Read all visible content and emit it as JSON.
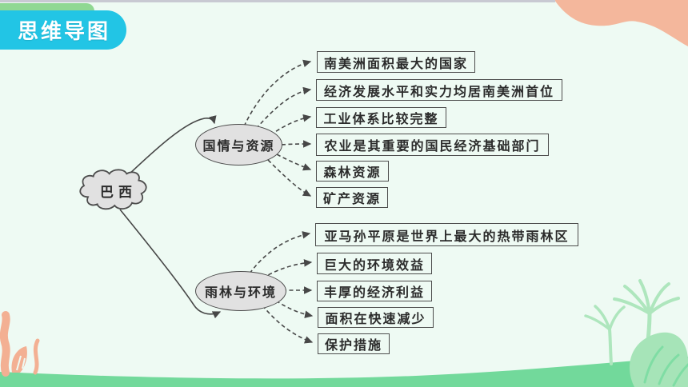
{
  "header": {
    "badge_label": "思维导图"
  },
  "mindmap": {
    "root": {
      "label": "巴西"
    },
    "branches": [
      {
        "label": "国情与资源",
        "children": [
          "南美洲面积最大的国家",
          "经济发展水平和实力均居南美洲首位",
          "工业体系比较完整",
          "农业是其重要的国民经济基础部门",
          "森林资源",
          "矿产资源"
        ]
      },
      {
        "label": "雨林与环境",
        "children": [
          "亚马孙平原是世界上最大的热带雨林区",
          "巨大的环境效益",
          "丰厚的经济利益",
          "面积在快速减少",
          "保护措施"
        ]
      }
    ]
  },
  "colors": {
    "background": "#eefaf3",
    "badge_cyan": "#22c5e5",
    "badge_accent_green": "#90d893",
    "top_strip_gray": "#c8c9d2",
    "peach_wave": "#f4b79c",
    "bottom_band_green": "#72d99b",
    "plant_light_green": "#aee6bd",
    "node_fill_gray": "#e1e1e1",
    "line_color": "#474747"
  }
}
